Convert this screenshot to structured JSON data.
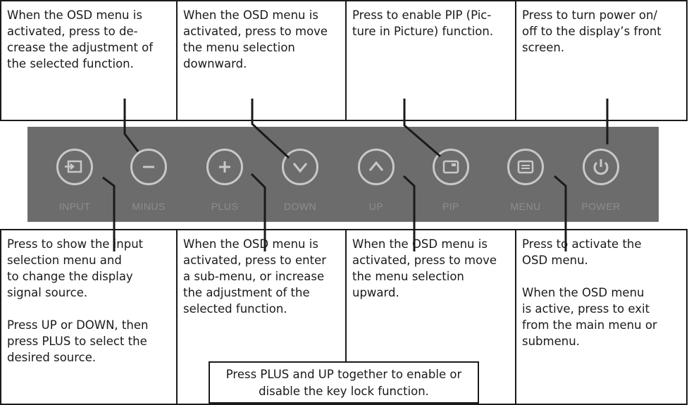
{
  "top_callouts": [
    {
      "id": "minus",
      "text": "When the OSD menu is\nactivated, press to de-\ncrease the adjustment of\nthe selected function."
    },
    {
      "id": "down",
      "text": "When the OSD menu is\nactivated, press to move\nthe menu selection\ndownward."
    },
    {
      "id": "pip",
      "text": "Press to enable PIP (Pic-\nture in Picture) function."
    },
    {
      "id": "power",
      "text": "Press to turn power on/\noff to the display’s front\nscreen."
    }
  ],
  "bottom_callouts": [
    {
      "id": "input",
      "text": "Press to show the input\nselection menu and\nto change the display\nsignal source.",
      "text2": "Press UP or DOWN, then\npress PLUS to select the\ndesired source."
    },
    {
      "id": "plus",
      "text": "When the OSD menu is\nactivated, press to enter\na sub-menu, or increase\nthe adjustment of the\nselected function."
    },
    {
      "id": "up",
      "text": "When the OSD menu is\nactivated, press to move\nthe menu selection\nupward."
    },
    {
      "id": "menu",
      "text": "Press to activate the\nOSD menu.",
      "text2": "When the OSD menu\nis active, press to exit\nfrom the main menu or\nsubmenu."
    }
  ],
  "lock_note": "Press PLUS and UP together to enable or\ndisable the key lock function.",
  "buttons": [
    {
      "label": "INPUT",
      "icon": "input-icon"
    },
    {
      "label": "MINUS",
      "icon": "minus-icon"
    },
    {
      "label": "PLUS",
      "icon": "plus-icon"
    },
    {
      "label": "DOWN",
      "icon": "chevron-down-icon"
    },
    {
      "label": "UP",
      "icon": "chevron-up-icon"
    },
    {
      "label": "PIP",
      "icon": "pip-icon"
    },
    {
      "label": "MENU",
      "icon": "menu-icon"
    },
    {
      "label": "POWER",
      "icon": "power-icon"
    }
  ],
  "colors": {
    "panel": "#6c6c6c",
    "button_ring": "#c8c8c8",
    "button_label": "#8e8e8e",
    "line": "#1a1a1a"
  }
}
